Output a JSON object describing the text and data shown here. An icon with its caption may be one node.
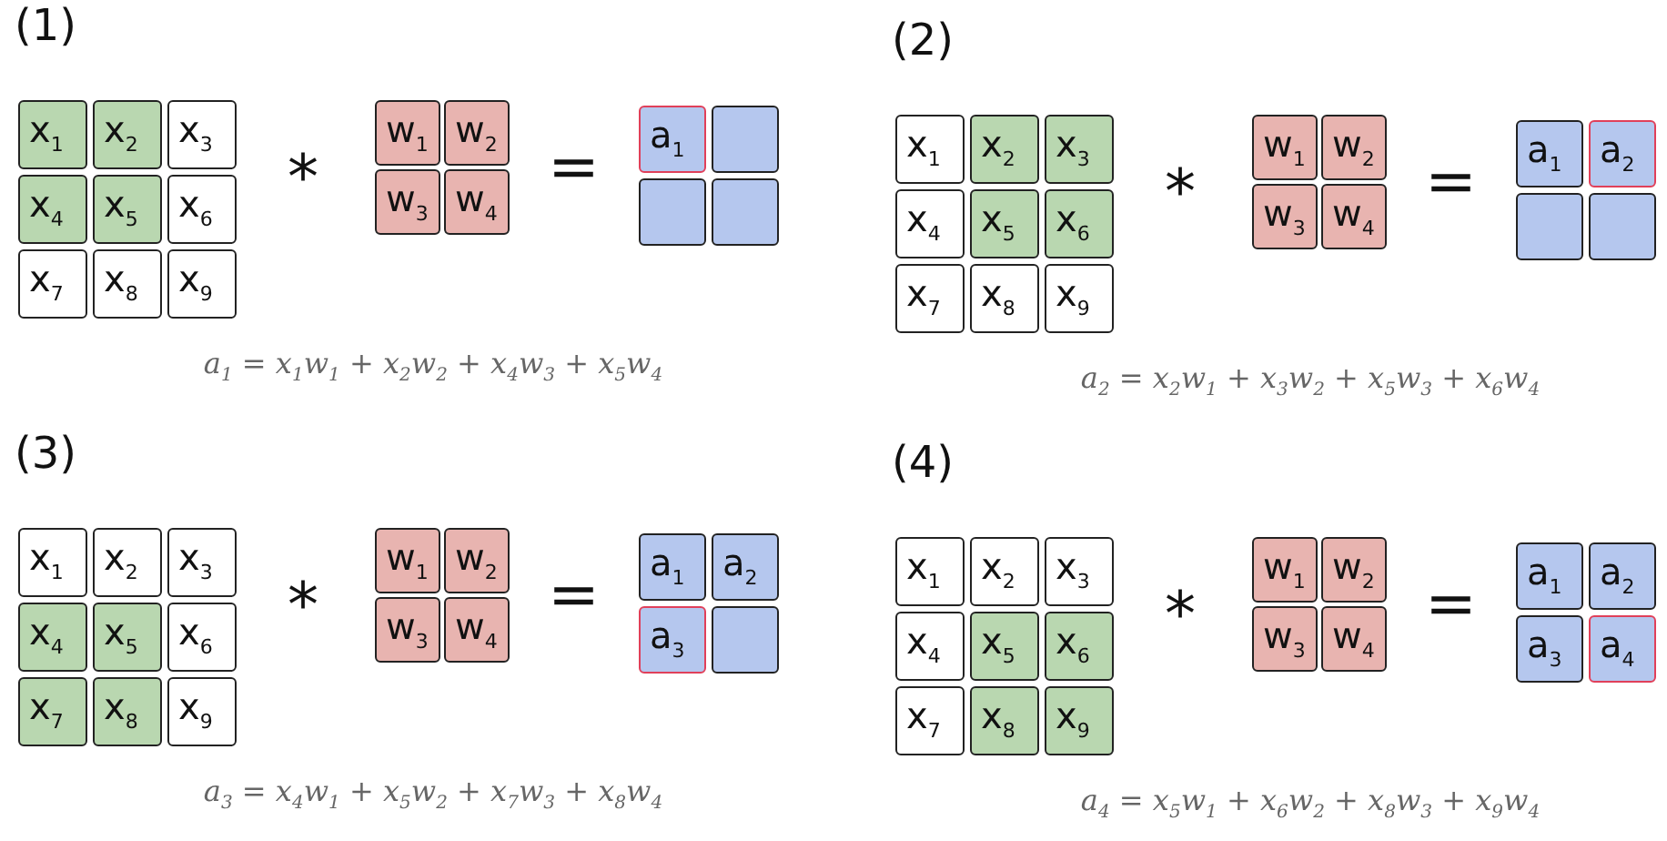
{
  "diagram": {
    "nodes": [
      {
        "text": [
          "x$_{1}$"
        ]
      },
      {
        "text": [
          "x$_{2}$"
        ]
      },
      {
        "text": [
          "x$_{3}$"
        ]
      },
      {
        "text": [
          "x$_{4}$"
        ]
      },
      {
        "text": [
          "x$_{5}$"
        ]
      },
      {
        "text": [
          "x$_{6}$"
        ]
      },
      {
        "text": [
          "x$_{7}$"
        ]
      },
      {
        "text": [
          "x$_{8}$"
        ]
      },
      {
        "text": [
          "x$_{9}$"
        ]
      },
      {
        "text": [
          "w$_{1}$"
        ]
      },
      {
        "text": [
          "w$_{2}$"
        ]
      },
      {
        "text": [
          "w$_{3}$"
        ]
      },
      {
        "text": [
          "w$_{4}$"
        ]
      },
      {
        "text": [
          "a$_{1}$"
        ]
      },
      {
        "text": [],
        "shape": "box"
      },
      {
        "text": [],
        "shape": "box"
      },
      {
        "text": [],
        "shape": "box"
      },
      {
        "text": [
          "x$_{1}$"
        ]
      },
      {
        "text": [
          "x$_{2}$"
        ]
      },
      {
        "text": [
          "x$_{3}$"
        ]
      },
      {
        "text": [
          "x$_{4}$"
        ]
      },
      {
        "text": [
          "x$_{5}$"
        ]
      },
      {
        "text": [
          "x$_{6}$"
        ]
      },
      {
        "text": [
          "x$_{7}$"
        ]
      },
      {
        "text": [
          "x$_{8}$"
        ]
      },
      {
        "text": [
          "x$_{9}$"
        ]
      },
      {
        "text": [
          "w$_{1}$"
        ]
      },
      {
        "text": [
          "w$_{2}$"
        ]
      },
      {
        "text": [
          "w$_{3}$"
        ]
      },
      {
        "text": [
          "w$_{4}$"
        ]
      },
      {
        "text": [
          "a$_{1}$"
        ]
      },
      {
        "text": [
          "a$_{2}$"
        ]
      },
      {
        "text": [],
        "shape": "box"
      },
      {
        "text": [],
        "shape": "box"
      },
      {
        "text": [
          "x$_{1}$"
        ]
      },
      {
        "text": [
          "x$_{2}$"
        ]
      },
      {
        "text": [
          "x$_{3}$"
        ]
      },
      {
        "text": [
          "x$_{4}$"
        ]
      },
      {
        "text": [
          "x$_{5}$"
        ]
      },
      {
        "text": [
          "x$_{6}$"
        ]
      },
      {
        "text": [
          "x$_{7}$"
        ]
      },
      {
        "text": [
          "x$_{8}$"
        ]
      },
      {
        "text": [
          "x$_{9}$"
        ]
      },
      {
        "text": [
          "w$_{1}$"
        ]
      },
      {
        "text": [
          "w$_{2}$"
        ]
      },
      {
        "text": [
          "w$_{3}$"
        ]
      },
      {
        "text": [
          "w$_{4}$"
        ]
      },
      {
        "text": [
          "a$_{1}$"
        ]
      },
      {
        "text": [
          "a$_{2}$"
        ]
      },
      {
        "text": [
          "a$_{3}$"
        ]
      },
      {
        "text": [],
        "shape": "box"
      },
      {
        "text": [
          "x$_{1}$"
        ]
      },
      {
        "text": [
          "x$_{2}$"
        ]
      },
      {
        "text": [
          "x$_{3}$"
        ]
      },
      {
        "text": [
          "x$_{4}$"
        ]
      },
      {
        "text": [
          "x$_{5}$"
        ]
      },
      {
        "text": [
          "x$_{6}$"
        ]
      },
      {
        "text": [
          "x$_{7}$"
        ]
      },
      {
        "text": [
          "x$_{8}$"
        ]
      },
      {
        "text": [
          "x$_{9}$"
        ]
      },
      {
        "text": [
          "w$_{1}$"
        ]
      },
      {
        "text": [
          "w$_{2}$"
        ]
      },
      {
        "text": [
          "w$_{3}$"
        ]
      },
      {
        "text": [
          "w$_{4}$"
        ]
      },
      {
        "text": [
          "a$_{1}$"
        ]
      },
      {
        "text": [
          "a$_{2}$"
        ]
      },
      {
        "text": [
          "a$_{3}$"
        ]
      },
      {
        "text": [
          "a$_{4}$"
        ]
      }
    ],
    "labels": [
      "(1)",
      "*",
      "=",
      "a$_{1}$ = x$_{1}$w$_{1}$ + x$_{2}$w$_{2}$ + x$_{4}$w$_{3}$ + x$_{5}$w$_{4}$",
      "(2)",
      "*",
      "=",
      "a$_{2}$ = x$_{2}$w$_{1}$ + x$_{3}$w$_{2}$ + x$_{5}$w$_{3}$ + x$_{6}$w$_{4}$",
      "(3)",
      "*",
      "=",
      "a$_{3}$ = x$_{4}$w$_{1}$ + x$_{5}$w$_{2}$ + x$_{7}$w$_{3}$ + x$_{8}$w$_{4}$",
      "(4)",
      "*",
      "=",
      "a$_{4}$ = x$_{5}$w$_{1}$ + x$_{6}$w$_{2}$ + x$_{8}$w$_{3}$ + x$_{9}$w$_{4}$"
    ]
  }
}
